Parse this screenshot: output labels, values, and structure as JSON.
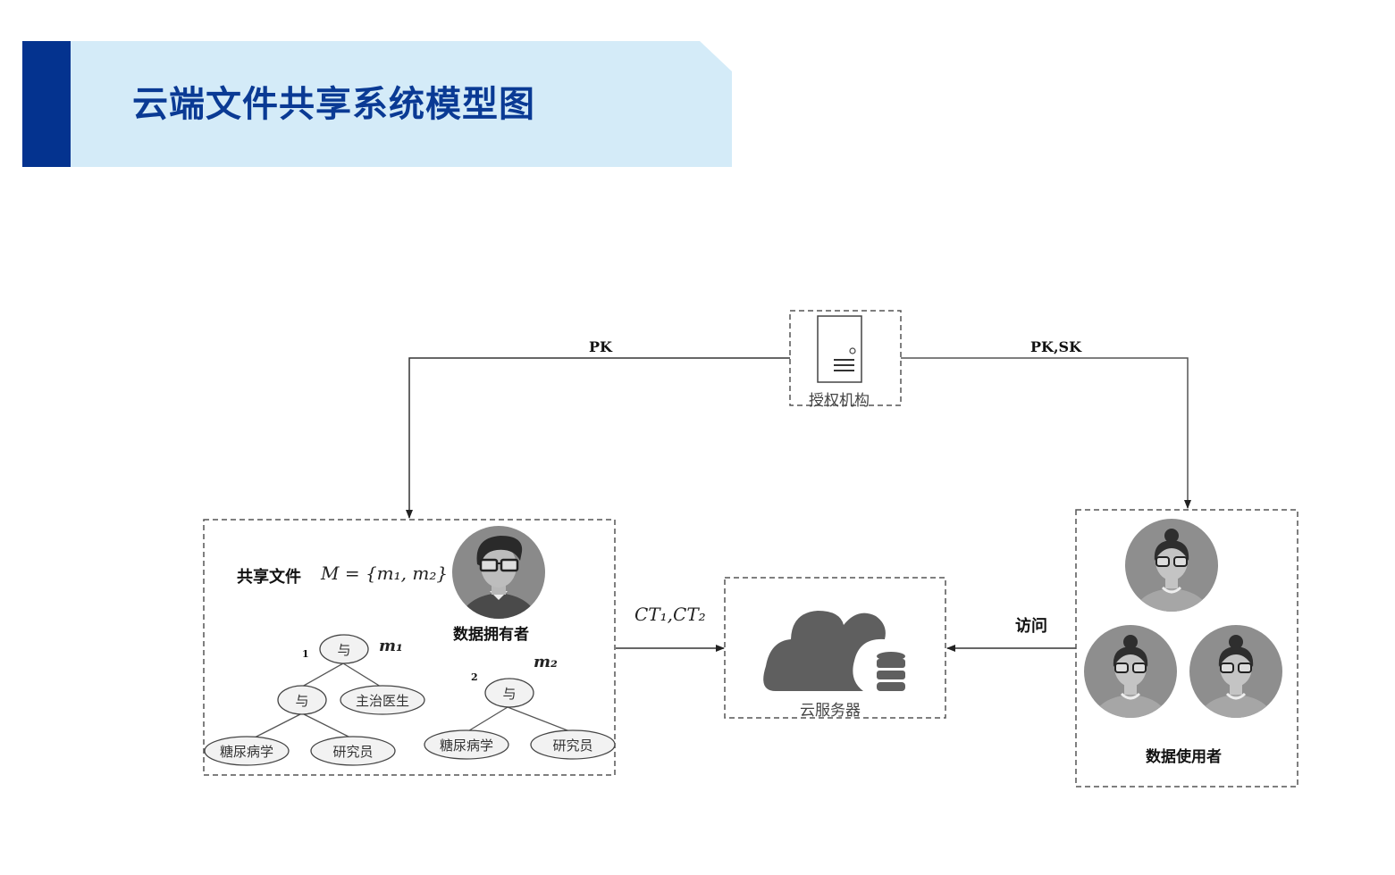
{
  "header": {
    "title": "云端文件共享系统模型图",
    "colors": {
      "bar": "#04338f",
      "background": "#d4ebf8",
      "title": "#0a3a94"
    }
  },
  "authority": {
    "label": "授权机构",
    "icon": "server-icon",
    "edge_to_owner": "PK",
    "edge_to_users": "PK,SK"
  },
  "owner_box": {
    "shared_file_label": "共享文件",
    "formula": "M = {m₁, m₂}",
    "owner_label": "数据拥有者",
    "owner_icon": "male-user-avatar-icon",
    "trees": [
      {
        "index": "1",
        "name": "m₁",
        "root": "与",
        "children": [
          {
            "label": "与",
            "children": [
              {
                "label": "糖尿病学"
              },
              {
                "label": "研究员"
              }
            ]
          },
          {
            "label": "主治医生"
          }
        ]
      },
      {
        "index": "2",
        "name": "m₂",
        "root": "与",
        "children": [
          {
            "label": "糖尿病学"
          },
          {
            "label": "研究员"
          }
        ]
      }
    ]
  },
  "owner_to_cloud_edge": "CT₁,CT₂",
  "cloud": {
    "label": "云服务器",
    "icons": [
      "cloud-icon",
      "database-icon"
    ]
  },
  "users_to_cloud_edge": "访问",
  "users_box": {
    "label": "数据使用者",
    "user_count": 3,
    "user_icon": "female-user-avatar-icon"
  }
}
